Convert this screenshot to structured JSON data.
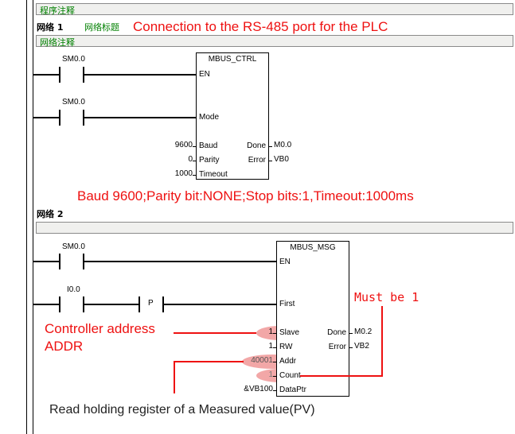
{
  "program_comment": "程序注释",
  "network1": {
    "label": "网络 1",
    "title_label": "网络标题",
    "title_annotation": "Connection to the RS-485 port for the PLC",
    "comment_label": "网络注释",
    "contact1": "SM0.0",
    "contact2": "SM0.0",
    "block": {
      "name": "MBUS_CTRL",
      "en": "EN",
      "mode": "Mode",
      "baud": "Baud",
      "parity": "Parity",
      "timeout": "Timeout",
      "done": "Done",
      "error": "Error",
      "baud_value": "9600",
      "parity_value": "0",
      "timeout_value": "1000",
      "done_out": "M0.0",
      "error_out": "VB0"
    },
    "note": "Baud 9600;Parity bit:NONE;Stop bits:1,Timeout:1000ms"
  },
  "network2": {
    "label": "网络 2",
    "contact1": "SM0.0",
    "contact2": "I0.0",
    "edge": "P",
    "block": {
      "name": "MBUS_MSG",
      "en": "EN",
      "first": "First",
      "slave": "Slave",
      "rw": "RW",
      "addr": "Addr",
      "count": "Count",
      "dataptr": "DataPtr",
      "done": "Done",
      "error": "Error",
      "slave_value": "1",
      "rw_value": "1",
      "addr_value": "40001",
      "count_value": "1",
      "dataptr_value": "&VB100",
      "done_out": "M0.2",
      "error_out": "VB2"
    },
    "annotations": {
      "must_be_1": "Must be 1",
      "controller_address": "Controller address",
      "addr": "ADDR",
      "read_holding": "Read holding register of a Measured value(PV)"
    }
  },
  "colors": {
    "annotation": "#ee1111",
    "comment": "#008000",
    "highlight": "#f2a7a7"
  }
}
